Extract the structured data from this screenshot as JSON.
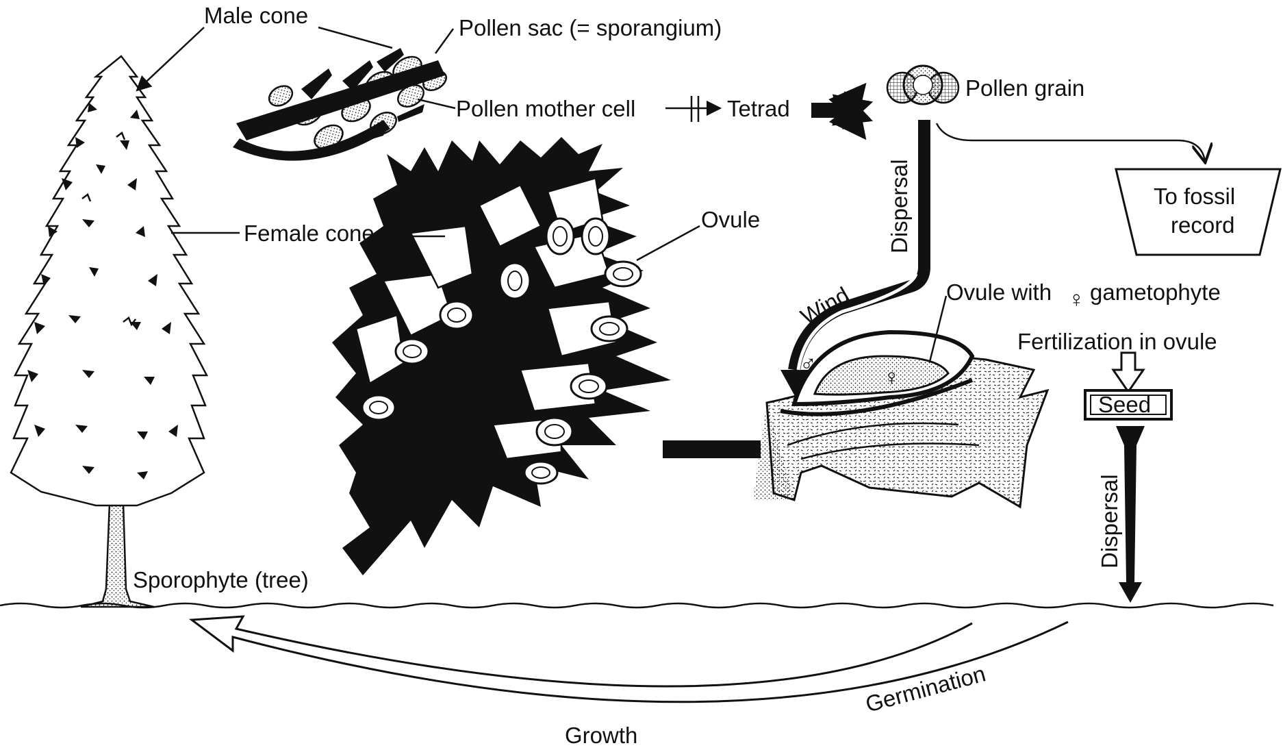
{
  "labels": {
    "male_cone": "Male cone",
    "pollen_sac": "Pollen sac (= sporangium)",
    "pollen_mother_cell": "Pollen mother cell",
    "tetrad": "Tetrad",
    "pollen_grain": "Pollen grain",
    "dispersal_pollen": "Dispersal",
    "to_fossil_record_line1": "To fossil",
    "to_fossil_record_line2": "record",
    "female_cone": "Female cone",
    "ovule": "Ovule",
    "wind": "Wind",
    "ovule_with_gametophyte_prefix": "Ovule with",
    "ovule_with_gametophyte_symbol": "♀",
    "ovule_with_gametophyte_suffix": "gametophyte",
    "fertilization": "Fertilization in ovule",
    "seed": "Seed",
    "dispersal_seed": "Dispersal",
    "sporophyte": "Sporophyte (tree)",
    "germination": "Germination",
    "growth": "Growth",
    "male_symbol": "♂",
    "female_symbol": "♀"
  },
  "colors": {
    "ink": "#111111",
    "background": "#ffffff"
  }
}
